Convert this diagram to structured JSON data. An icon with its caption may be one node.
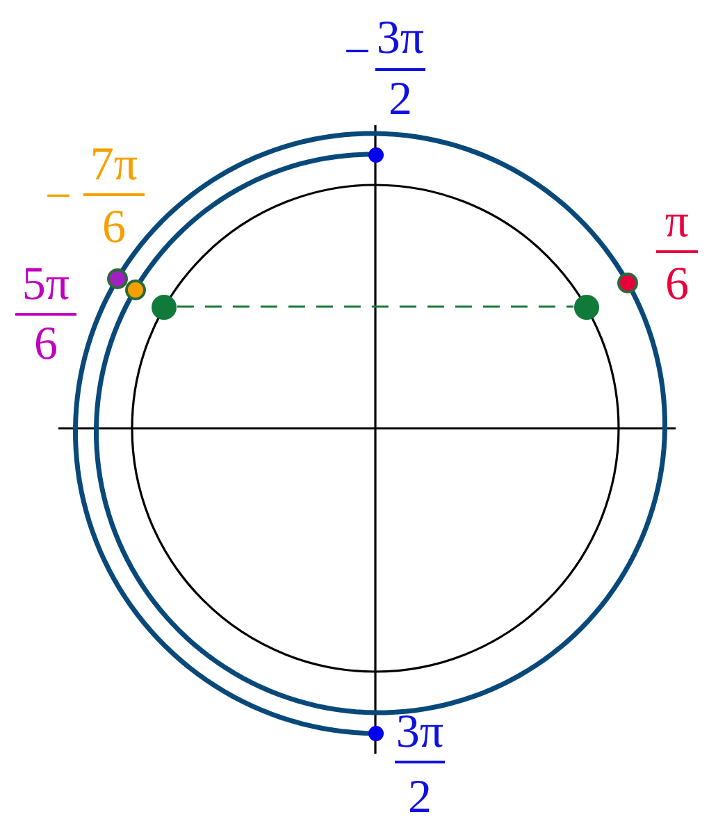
{
  "diagram": {
    "nodes": [
      {
        "text": [],
        "shape": "circle",
        "beside": [
          "−",
          "3π",
          "2"
        ]
      },
      {
        "text": [],
        "shape": "circle",
        "beside": [
          "5π",
          "6"
        ]
      },
      {
        "text": [],
        "shape": "circle",
        "beside": [
          "π",
          "6"
        ]
      },
      {
        "text": [],
        "shape": "circle",
        "beside": [
          "−",
          "7π",
          "6"
        ]
      },
      {
        "text": [],
        "shape": "circle"
      },
      {
        "text": [],
        "shape": "circle"
      },
      {
        "text": [],
        "shape": "circle",
        "beside": [
          "3π",
          "2"
        ]
      }
    ],
    "edges": [
      {
        "from": 4,
        "to": 5,
        "arrow": "none",
        "style": "dashed",
        "color": "#1a7a3a"
      }
    ]
  }
}
